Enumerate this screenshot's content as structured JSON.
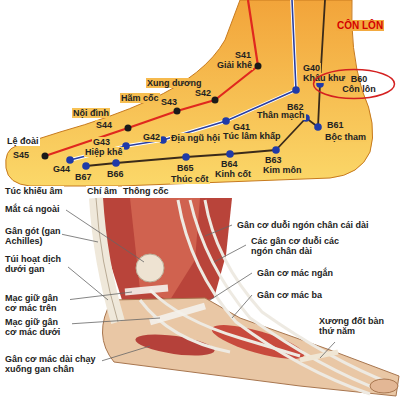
{
  "diagram": {
    "nodes": [
      {
        "text": [
          "B60",
          "Côn lôn"
        ]
      }
    ],
    "labels": [
      "CÔN LÔN",
      "S41",
      "Giải khê",
      "G40",
      "Khâu khư",
      "Xung dương",
      "S42",
      "Hãm cốc",
      "S43",
      "Nội đình",
      "S44",
      "Lệ đoài",
      "S45",
      "G41",
      "Túc lâm khấp",
      "G43",
      "Hiệp khê",
      "G42",
      "Địa ngũ hội",
      "G44",
      "Túc khiếu âm",
      "B67",
      "Chí âm",
      "B66",
      "Thông cốc",
      "B65",
      "Thúc cốt",
      "B64",
      "Kinh cốt",
      "B63",
      "Kim môn",
      "B62",
      "Thân mạch",
      "B61",
      "Bộc tham",
      "Mắt cá ngoài",
      "Gân gót (gan Achilles)",
      "Túi hoạt dịch dưới gan",
      "Mạc giữ gân cơ mác trên",
      "Mạc giữ gân cơ mác dưới",
      "Gân cơ mác dài chạy xuống gan chân",
      "Gân cơ duỗi ngón chân cái dài",
      "Các gân cơ duỗi các ngón chân dài",
      "Gân cơ mác ngắn",
      "Gân cơ mác ba",
      "Xương đốt bàn thứ năm"
    ]
  }
}
